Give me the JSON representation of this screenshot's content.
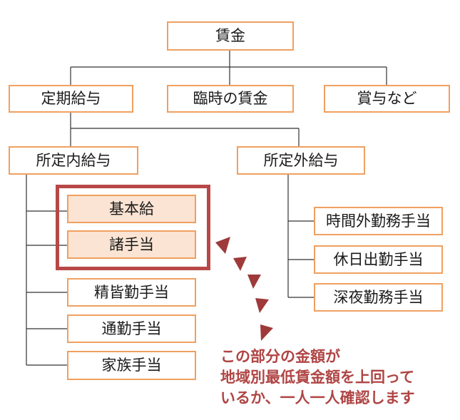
{
  "top": {
    "root": "賃金"
  },
  "level1": {
    "regular": "定期給与",
    "temporary": "臨時の賃金",
    "bonus": "賞与など"
  },
  "level2": {
    "scheduled": "所定内給与",
    "overtime": "所定外給与"
  },
  "scheduled_items": {
    "base_pay": "基本給",
    "allowances": "諸手当",
    "perfect_attendance": "精皆勤手当",
    "commuting": "通勤手当",
    "family": "家族手当"
  },
  "overtime_items": {
    "outside_hours": "時間外勤務手当",
    "holiday": "休日出勤手当",
    "late_night": "深夜勤務手当"
  },
  "note": {
    "line1": "この部分の金額が",
    "line2": "地域別最低賃金額を上回って",
    "line3": "いるか、一人一人確認します"
  },
  "colors": {
    "box_border": "#f0a060",
    "box_fill_highlight": "#fbe4d3",
    "highlight_frame": "#b84848",
    "note_text": "#b04545",
    "arrow": "#9e3a3a",
    "connector": "#333333"
  }
}
